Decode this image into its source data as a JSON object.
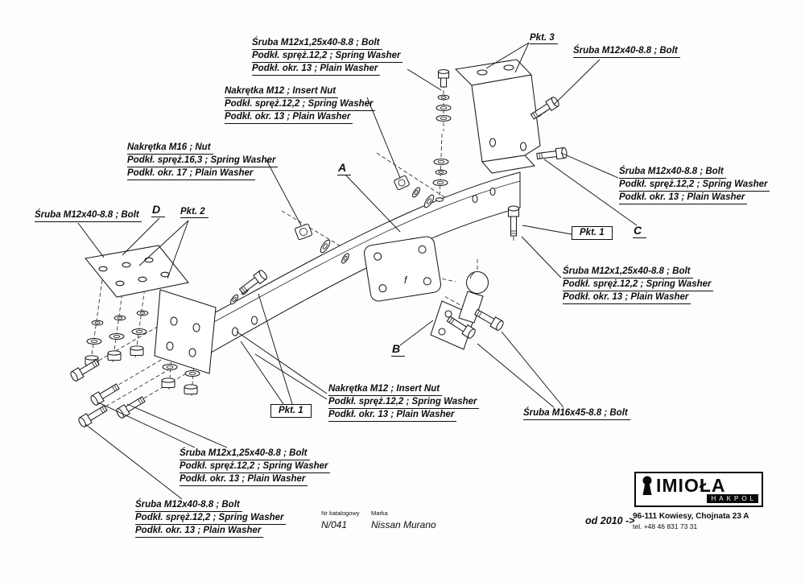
{
  "labels": {
    "bolt_m12_125_top": {
      "lines": [
        "Śruba M12x1,25x40-8.8 ;  Bolt",
        "Podkł. spręż.12,2 ;  Spring Washer",
        "Podkł. okr. 13 ;  Plain Washer"
      ]
    },
    "pkt3": {
      "text": "Pkt. 3"
    },
    "bolt_m12_top_right": {
      "text": "Śruba M12x40-8.8 ;  Bolt"
    },
    "nut_m12_upper": {
      "lines": [
        "Nakrętka  M12 ; Insert Nut",
        "Podkł. spręż.12,2 ;  Spring Washer",
        "Podkł. okr. 13 ; Plain Washer"
      ]
    },
    "nut_m16": {
      "lines": [
        "Nakrętka  M16 ;  Nut",
        "Podkł. spręż.16,3 ;  Spring Washer",
        "Podkł. okr. 17 ;  Plain Washer"
      ]
    },
    "bolt_m12_left": {
      "text": "Śruba M12x40-8.8 ;  Bolt"
    },
    "letter_d": {
      "text": "D"
    },
    "pkt2": {
      "text": "Pkt. 2"
    },
    "letter_a": {
      "text": "A"
    },
    "bolt_m12_right": {
      "lines": [
        "Śruba M12x40-8.8 ;  Bolt",
        "Podkł. spręż.12,2 ;  Spring Washer",
        "Podkł. okr. 13 ;  Plain Washer"
      ]
    },
    "pkt1": {
      "text": "Pkt. 1"
    },
    "letter_c": {
      "text": "C"
    },
    "bolt_m12_125_right": {
      "lines": [
        "Śruba M12x1,25x40-8.8 ;  Bolt",
        "Podkł. spręż.12,2 ;  Spring Washer",
        "Podkł. okr. 13 ;  Plain Washer"
      ]
    },
    "letter_b": {
      "text": "B"
    },
    "letter_f": {
      "text": "f"
    },
    "nut_m12_lower": {
      "lines": [
        "Nakrętka  M12 ; Insert Nut",
        "Podkł. spręż.12,2 ; Spring Washer",
        "Podkł. okr. 13 ; Plain Washer"
      ]
    },
    "bolt_m16": {
      "text": "Śruba M16x45-8.8 ;  Bolt"
    },
    "bolt_m12_125_bottom": {
      "lines": [
        "Śruba M12x1,25x40-8.8 ;  Bolt",
        "Podkł. spręż.12,2 ; Spring Washer",
        "Podkł. okr. 13 ; Plain Washer"
      ]
    },
    "bolt_m12_bottom": {
      "lines": [
        "Śruba M12x40-8.8 ;  Bolt",
        "Podkł. spręż.12,2 ; Spring Washer",
        "Podkł. okr. 13 ; Plain Washer"
      ]
    }
  },
  "titleblock": {
    "catalog_label": "Nr katalogowy",
    "catalog_number": "N/041",
    "brand_label": "Marka",
    "brand_value": "Nissan Murano",
    "year_range": "od 2010 ->"
  },
  "manufacturer": {
    "logo_text": "IMIOŁA",
    "logo_sub": "HAKPOL",
    "address": "96-111 Kowiesy, Chojnata 23 A",
    "phone": "tel. +48 46 831 73 31"
  }
}
